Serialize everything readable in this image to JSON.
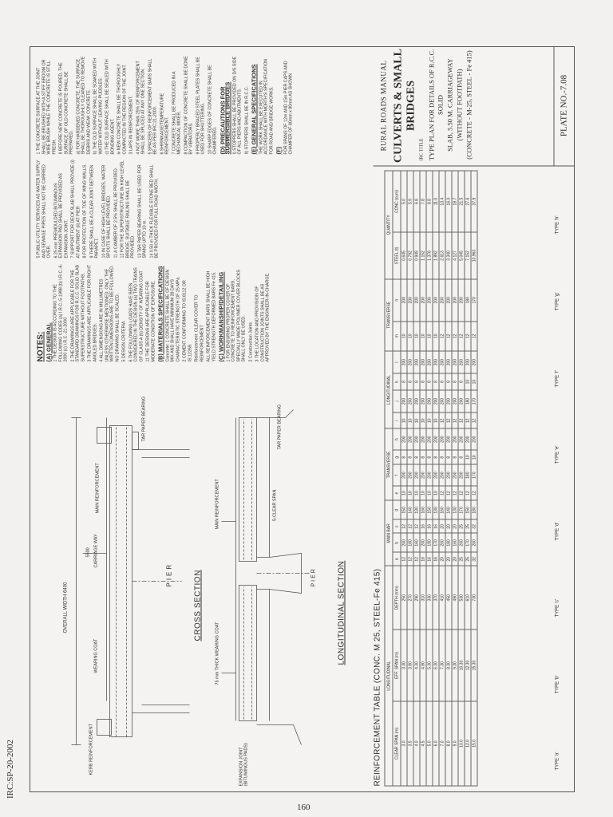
{
  "header": {
    "code": "IRC:SP-20-2002"
  },
  "page_number": "160",
  "title_block": {
    "organization": "RURAL ROADS MANUAL",
    "main_title": "CULVERTS & SMALL BRIDGES",
    "type_label": "IRC TITLE",
    "description": [
      "TYPE PLAN FOR DETAILS OF R.C.C. SOLID",
      "SLAB, 5.50 M. CARRIAGEWAY",
      "(WITHOUT FOOTPATH)",
      "(CONCRETE - M-25, STEEL - Fe 415)"
    ],
    "plate_no": "PLATE NO.-7.08"
  },
  "drawings": {
    "cross_section": {
      "title": "CROSS SECTION",
      "overall_width": "OVERALL WIDTH 6400",
      "carriage_way": "CARRIAGE WAY",
      "cw_dim": "5500",
      "wearing_coat": "WEARING COAT",
      "pier": "PIER",
      "kerb": "KERB REINFORCEMENT",
      "main_reinf": "MAIN REINFORCEMENT",
      "tar_paper": "TAR PAPER BEARING"
    },
    "longitudinal_section": {
      "title": "LONGITUDINAL SECTION",
      "expansion_joint": "EXPANSION JOINT (BITUMINOUS PADS)",
      "wearing_coat": "75 mm THICK WEARING COAT",
      "main_reinf": "MAIN REINFORCEMENT",
      "clear_span": "S-CLEAR SPAN",
      "pier": "PIER",
      "tar_paper": "TAR PAPER BEARING"
    }
  },
  "notes": {
    "heading": "NOTES:",
    "general_heading": "(A) GENERAL",
    "general": [
      "1 THE DESIGN IS ACCORDING TO THE FOLLOWING CODES (a) I.R.C.-5-1998 (b) I.R.C.-6-2000 (c) I.R.C.-21-2000",
      "2 THE DRAWINGS ARE APPLICABLE FOR THE STANDARD DRAWINGS FOR R.C.C. SOLID SLAB SUPERSTRUCTURE WITHOUT FOOTPATHS.",
      "3 THE DRAWINGS ARE APPLICABLE FOR RIGHT ANGLED BRIDGES.",
      "4 ALL DIMENSIONS ARE IN MILLIMETRES UNLESS OTHERWISE MENTIONED. ONLY THE WRITTEN DIMENSIONS ARE TO BE FOLLOWED. NO DRAWING SHALL BE SCALED.",
      "5 DESIGN CRITERIA",
      "6 THE FOLLOWING LOADS HAVE BEEN CONSIDERED IN THE DESIGN (a) TWO TRAINS OF CLASS A (b) DENSITY OF WEARING COAT",
      "11 THE DESIGNS ARE APPLICABLE FOR MODERATE CONDITION OF EXPOSURE."
    ],
    "materials_heading": "(B) MATERIALS SPECIFICATIONS",
    "materials": [
      "Concrete: 1 CONCRETE SHALL BE OF DESIGN MIX AND SHALL HAVE MINIMUM 28 DAYS CHARACTERISTIC STRENGTH OF 25 MPa.",
      "2 CEMENT CONFORMING TO IS:8112 OR IS:12269.",
      "Reinforcement: CLEAR COVER TO REINFORCEMENT",
      "ALL REINFORCEMENT BARS SHALL BE HIGH YIELD STRENGTH DEFORMED BARS Fe 415."
    ],
    "workmanship_heading": "(C) WORKMANSHIP/DETAILING",
    "workmanship": [
      "1 FOR ENSURING PROPER COVER OF CONCRETE TO REINFORCEMENT BARS, SPECIALLY MADE POLYMER COVER BLOCKS SHALL ONLY BE USED.",
      "2 Construction Joints",
      "3 THE LOCATION AND PROVISION OF CONSTRUCTION JOINTS SHALL BE AS APPROVED BY THE ENGINEER-IN-CHARGE.",
      "5 PUBLIC UTILITY SERVICES AS WATER SUPPLY AND SEWAGE PIPES SHALL NOT BE CARRIED OVER.",
      "6 25 mm PREMOULDED BITUMINOUS EXPANSION PAD SHALL BE PROVIDED AS EXPANSION JOINT.",
      "7 SUPPORT FOR DECK SLAB SHALL PROVIDE (i) AT ABUTMENT (ii) AT PIER",
      "8 FOR PROTECTION OF TOE OF WING WALLS.",
      "9 THERE SHALL BE A CLEAR JOINT BETWEEN PARAPET.",
      "10 IN CASE OF HIGH LEVEL BRIDGES, WATER SPOUTS SHALL BE PROVIDED.",
      "11 A CAMBER OF 2.5% SHALL BE PROVIDED.",
      "12 FOR THE SUPERSTRUCTURE IN HIGH LEVEL BRIDGE, SUITABLE RAILING SHALL BE PROVIDED.",
      "13 TAR PAPER BEARING SHALL BE USED FOR SPANS UPTO 10 m.",
      "14 0.50 m THICK FLEXIBLE STONE BED SHALL BE PROVIDED FOR FULL ROAD WIDTH."
    ],
    "right_col": [
      "1 THE CONCRETE SURFACE AT THE JOINT SHALL BE BRUSHED WITH A STIFF BROOM OR WIRE BRUSH WHILE THE CONCRETE IS STILL FRESH.",
      "II BEFORE NEW CONCRETE IS POURED, THE SURFACE OF OLD CONCRETE SHALL BE PREPARED.",
      "a) FOR HARDENED CONCRETE, THE SURFACE SHALL BE THOROUGHLY CLEANED TO REMOVE DEBRIS AND WEAK CONCRETE.",
      "b) THE OLD SURFACE SHALL BE SOAKED WITH WATER WITHOUT LEAVING PUDDLES.",
      "c) THE OLD SURFACE SHALL BE SEALED WITH BONDING AGENT.",
      "iv NEW CONCRETE SHALL BE THOROUGHLY COMPACTED IN THE REGION OF THE JOINT.",
      "3 LAPS IN REINFORCEMENT.",
      "4 NOT MORE THAN 25% OF REINFORCEMENT SHALL BE SPLICED AT ANY ONE SECTION.",
      "5 SPACERS OF REINFORCEMENT BARS SHALL BE AS PER IRC:21-2000.",
      "6 SHRINKAGE/TEMPERATURE REINFORCEMENT.",
      "7 CONCRETE SHALL BE PRODUCED IN A MECHANICAL MIXER.",
      "8 COMPACTION OF CONCRETE SHALL BE DONE BY VIBRATORS.",
      "9 PROPERLY BRACED STEEL PLATES SHALL BE USED FOR SHUTTERING.",
      "10 SHARP EDGES OF CONCRETE SHALL BE CHAMFERED."
    ],
    "submersible_heading": "(D) PRECAUTIONS FOR SUBMERSIBLE BRIDGES",
    "submersible": [
      "I) STOPPERS SHALL BE PROVIDED ON D/S SIDE OF ALL PIERS AND ABUTMENTS.",
      "II) STOPPERS SHALL BE IN R.C.C."
    ],
    "spec_heading": "(E) GENERAL SPECIFICATIONS",
    "spec": [
      "THE WORK SHALL BE EXECUTED IN ACCORDANCE WITH MORTH'S SPECIFICATION FOR ROAD AND BRIDGE WORKS."
    ],
    "f_heading": "(F)",
    "f": [
      "FOR SPANS OF 12m AND 15m PIER CAPS AND CHAMFER OF 80mm x 80mm AS SHOWN"
    ]
  },
  "reinforcement_table": {
    "title": "REINFORCEMENT TABLE (CONC. M 25, STEEL-Fe 415)",
    "group_headers": [
      "LONGITUDINAL",
      "MAIN BAR",
      "TRANSVERSE",
      "LONGITUDINAL",
      "TRANSVERSE",
      "QUANTITY"
    ],
    "columns": [
      "CLEAR SPAN (m)",
      "EFF. SPAN (m)",
      "DEPTH (mm)",
      "a",
      "b",
      "c",
      "d",
      "e",
      "f",
      "g",
      "h",
      "i",
      "j",
      "k",
      "l",
      "m",
      "n",
      "STEEL (t)",
      "CONC (cum)"
    ],
    "rows": [
      [
        "3.0",
        "3.30",
        "250",
        "12",
        "200",
        "12",
        "150",
        "10",
        "200",
        "8",
        "200",
        "10",
        "200",
        "8",
        "200",
        "10",
        "200",
        "0.645",
        "5.0"
      ],
      [
        "3.5",
        "3.80",
        "270",
        "12",
        "180",
        "12",
        "140",
        "10",
        "200",
        "8",
        "200",
        "10",
        "200",
        "8",
        "200",
        "10",
        "200",
        "0.792",
        "5.9"
      ],
      [
        "4.0",
        "4.30",
        "290",
        "12",
        "160",
        "12",
        "130",
        "10",
        "200",
        "8",
        "200",
        "10",
        "200",
        "8",
        "200",
        "10",
        "200",
        "0.949",
        "6.8"
      ],
      [
        "4.5",
        "4.80",
        "310",
        "16",
        "200",
        "16",
        "160",
        "10",
        "200",
        "8",
        "200",
        "10",
        "200",
        "8",
        "200",
        "10",
        "200",
        "1.152",
        "7.8"
      ],
      [
        "5.0",
        "5.30",
        "330",
        "16",
        "190",
        "16",
        "150",
        "10",
        "200",
        "8",
        "200",
        "10",
        "200",
        "8",
        "200",
        "10",
        "200",
        "1.378",
        "8.8"
      ],
      [
        "6.0",
        "6.30",
        "370",
        "16",
        "170",
        "16",
        "130",
        "10",
        "200",
        "8",
        "200",
        "10",
        "200",
        "8",
        "200",
        "10",
        "200",
        "1.892",
        "11.0"
      ],
      [
        "7.0",
        "7.30",
        "410",
        "20",
        "200",
        "20",
        "160",
        "12",
        "200",
        "8",
        "200",
        "12",
        "200",
        "8",
        "200",
        "12",
        "200",
        "2.613",
        "13.4"
      ],
      [
        "8.0",
        "8.30",
        "450",
        "20",
        "180",
        "20",
        "140",
        "12",
        "200",
        "8",
        "200",
        "12",
        "200",
        "8",
        "200",
        "12",
        "200",
        "3.340",
        "16.0"
      ],
      [
        "9.0",
        "9.30",
        "490",
        "20",
        "160",
        "20",
        "130",
        "12",
        "200",
        "8",
        "200",
        "12",
        "200",
        "8",
        "200",
        "12",
        "200",
        "4.127",
        "18.7"
      ],
      [
        "10.0",
        "10.30",
        "530",
        "25",
        "200",
        "25",
        "170",
        "12",
        "200",
        "8",
        "200",
        "12",
        "200",
        "8",
        "200",
        "12",
        "200",
        "5.045",
        "21.5"
      ],
      [
        "12.0",
        "12.30",
        "610",
        "25",
        "170",
        "25",
        "150",
        "12",
        "180",
        "10",
        "200",
        "12",
        "180",
        "10",
        "200",
        "12",
        "180",
        "7.152",
        "27.6"
      ],
      [
        "15.0",
        "15.30",
        "730",
        "32",
        "200",
        "32",
        "180",
        "12",
        "170",
        "10",
        "200",
        "12",
        "170",
        "10",
        "200",
        "12",
        "170",
        "10.963",
        "37.9"
      ]
    ],
    "type_labels": [
      "TYPE 'a'",
      "TYPE 'b'",
      "TYPE 'c'",
      "TYPE 'd'",
      "TYPE 'e'",
      "TYPE 'f'",
      "TYPE 'g'",
      "TYPE 'h'"
    ]
  }
}
